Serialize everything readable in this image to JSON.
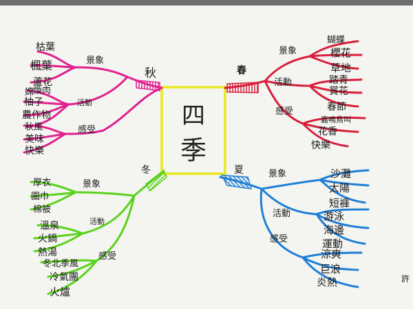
{
  "center": {
    "chars": [
      "四",
      "季"
    ]
  },
  "colors": {
    "spring": "#d81e3a",
    "summer": "#1f7fd6",
    "autumn": "#e0208f",
    "winter": "#5ad21c",
    "center_border": "#e8e820",
    "ink": "#1a1a1a"
  },
  "seasons": {
    "autumn": {
      "name": "秋",
      "categories": [
        "景象",
        "活動",
        "感受"
      ],
      "leaves_scene": [
        "枯葉",
        "楓葉",
        "蘆花"
      ],
      "leaves_activity": [
        "嫦",
        "煥肉",
        "柚子",
        "農作物"
      ],
      "leaves_feeling": [
        "秋風",
        "美味",
        "快樂"
      ]
    },
    "spring": {
      "name": "春",
      "categories": [
        "景象",
        "活動",
        "感受"
      ],
      "leaves_scene": [
        "蝴蝶",
        "櫻花",
        "草地"
      ],
      "leaves_activity": [
        "踏青",
        "賞花",
        "春節"
      ],
      "leaves_feeling": [
        "嘉鳴鳥叫",
        "花香",
        "快樂"
      ]
    },
    "winter": {
      "name": "冬",
      "categories": [
        "景象",
        "活動",
        "感受"
      ],
      "leaves_scene": [
        "厚衣",
        "圍巾",
        "棉被"
      ],
      "leaves_activity": [
        "溫泉",
        "火鍋",
        "熱湯"
      ],
      "leaves_feeling": [
        "冬北季風",
        "冷氣團",
        "火爐"
      ]
    },
    "summer": {
      "name": "夏",
      "categories": [
        "景象",
        "活動",
        "感受"
      ],
      "leaves_scene": [
        "沙灘",
        "太陽",
        "短褲"
      ],
      "leaves_activity": [
        "游泳",
        "海邊",
        "運動"
      ],
      "leaves_feeling": [
        "涼爽",
        "巨浪",
        "炎熱"
      ]
    }
  },
  "signature": "許"
}
